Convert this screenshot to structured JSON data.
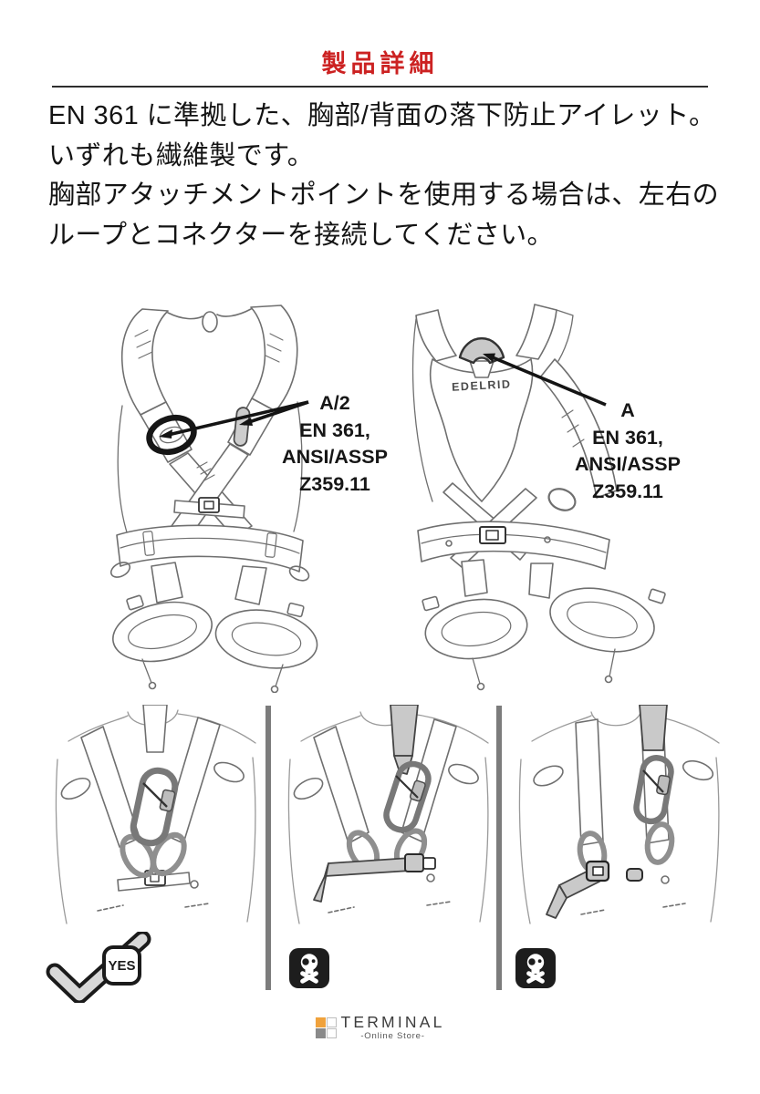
{
  "colors": {
    "title_red": "#cc2222",
    "divider_gray": "#7c7c7c",
    "line_art_gray": "#6f6f6f",
    "attachment_black": "#161616",
    "webbing_gray": "#c9c9c9",
    "logo_orange": "#f0a23c",
    "logo_gray": "#8a8a8a"
  },
  "header": {
    "title": "製品詳細"
  },
  "description": {
    "lines": [
      "EN 361 に準拠した、胸部/背面の落下防止アイレット。",
      "いずれも繊維製です。",
      "胸部アタッチメントポイントを使用する場合は、左右の",
      "ループとコネクターを接続してください。"
    ]
  },
  "diagram": {
    "front_view": {
      "description": "harness front view with chest attachment loops",
      "label_lines": [
        "A/2",
        "EN 361,",
        "ANSI/ASSP",
        "Z359.11"
      ]
    },
    "back_view": {
      "description": "harness back view with dorsal attachment eyelet",
      "brand": "EDELRID",
      "label_lines": [
        "A",
        "EN 361,",
        "ANSI/ASSP",
        "Z359.11"
      ]
    }
  },
  "usage_examples": {
    "correct": {
      "badge": "YES",
      "icon": "checkmark"
    },
    "incorrect_1": {
      "icon": "skull-crossbones"
    },
    "incorrect_2": {
      "icon": "skull-crossbones"
    }
  },
  "footer": {
    "brand": "TERMINAL",
    "tagline": "-Online Store-"
  }
}
